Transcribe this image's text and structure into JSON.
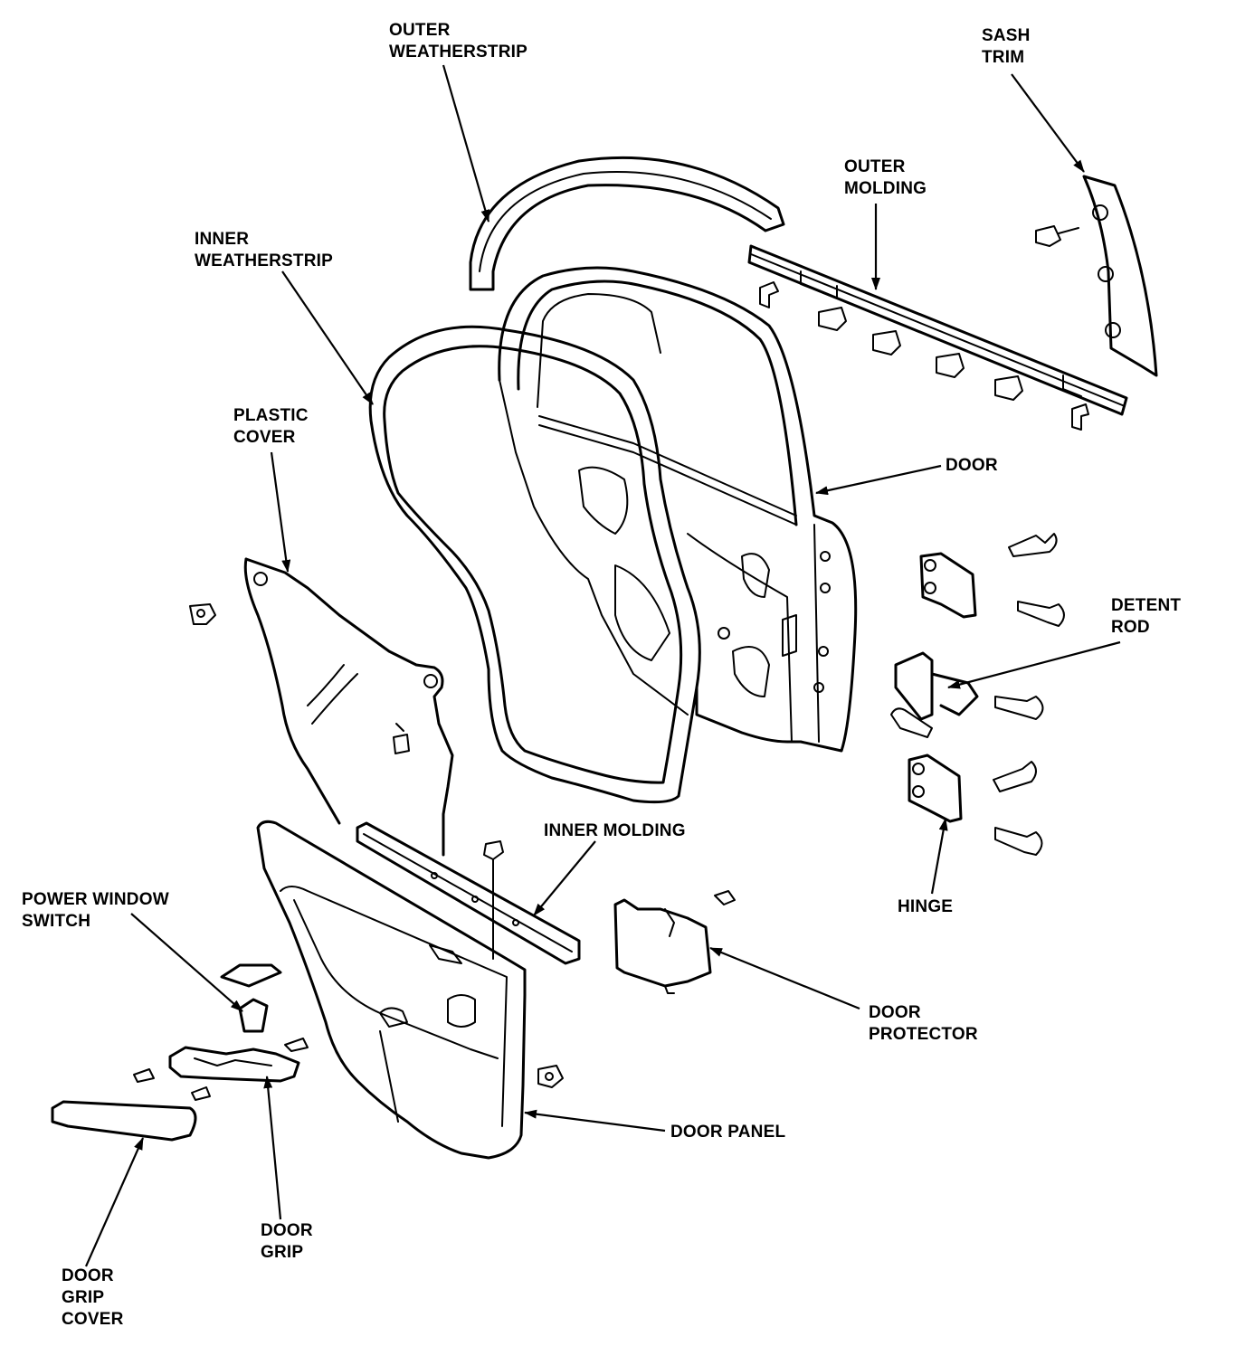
{
  "labels": {
    "outer_weatherstrip": "OUTER\nWEATHERSTRIP",
    "sash_trim": "SASH\nTRIM",
    "outer_molding": "OUTER\nMOLDING",
    "inner_weatherstrip": "INNER\nWEATHERSTRIP",
    "plastic_cover": "PLASTIC\nCOVER",
    "door": "DOOR",
    "detent_rod": "DETENT\nROD",
    "inner_molding": "INNER MOLDING",
    "hinge": "HINGE",
    "power_window_switch": "POWER WINDOW\nSWITCH",
    "door_protector": "DOOR\nPROTECTOR",
    "door_panel": "DOOR PANEL",
    "door_grip": "DOOR\nGRIP",
    "door_grip_cover": "DOOR\nGRIP\nCOVER"
  },
  "colors": {
    "ink": "#000000",
    "paper": "#ffffff"
  }
}
